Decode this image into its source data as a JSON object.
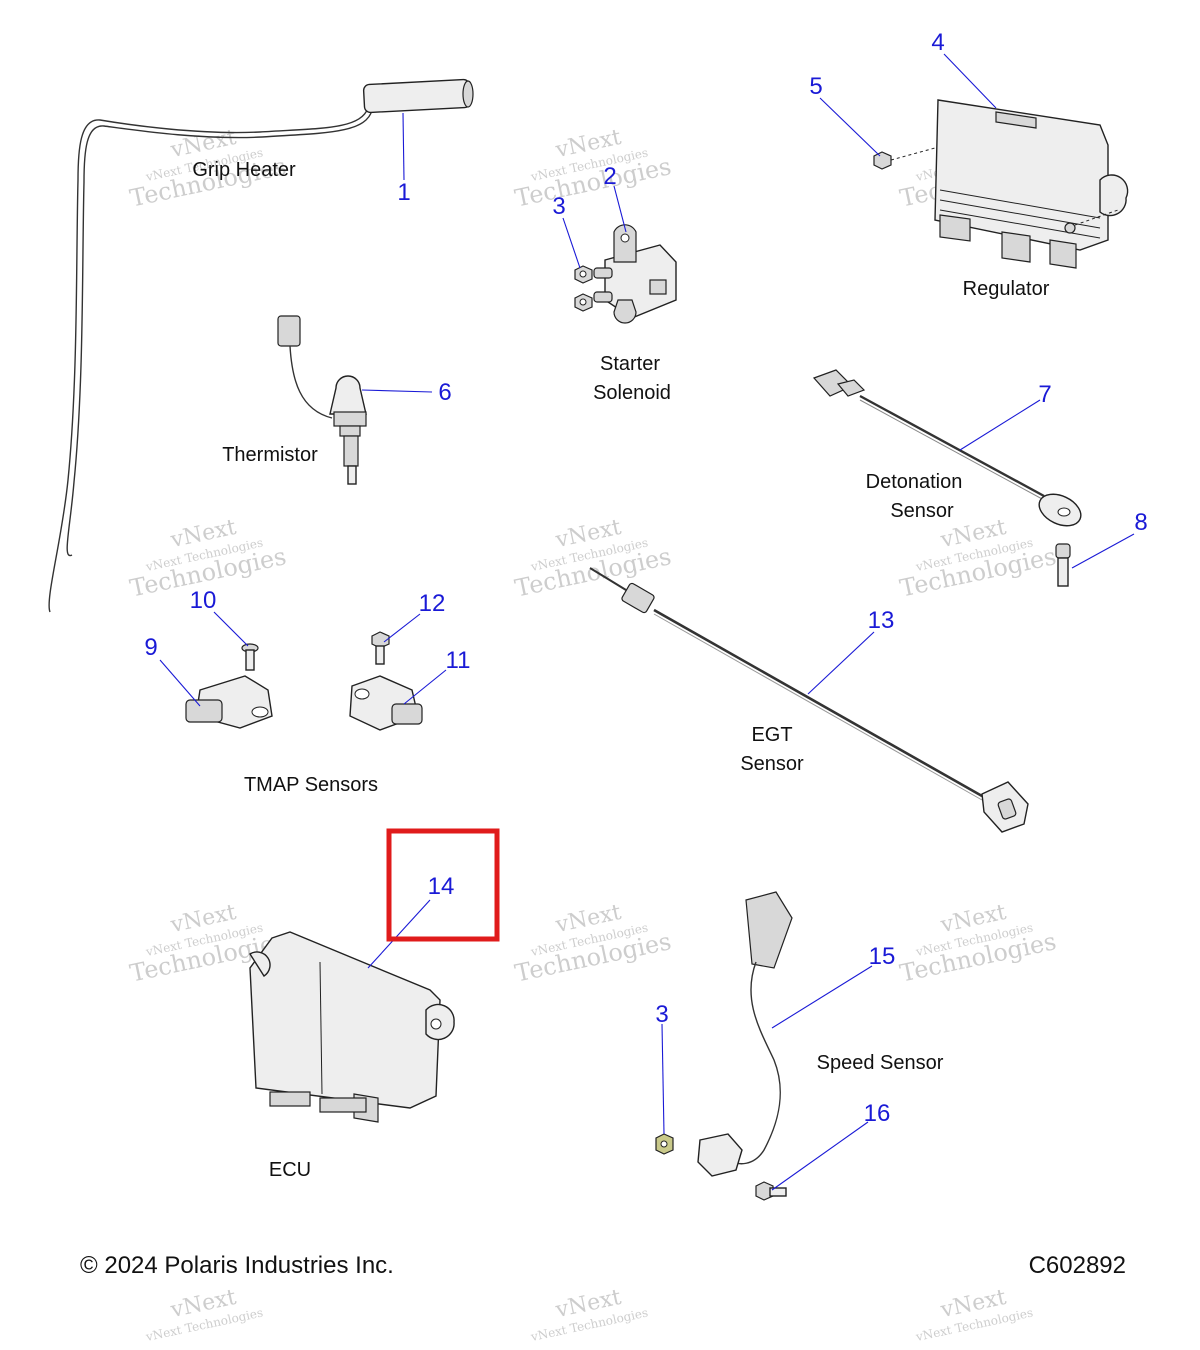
{
  "callouts": {
    "n1": "1",
    "n2": "2",
    "n3a": "3",
    "n3b": "3",
    "n4": "4",
    "n5": "5",
    "n6": "6",
    "n7": "7",
    "n8": "8",
    "n9": "9",
    "n10": "10",
    "n11": "11",
    "n12": "12",
    "n13": "13",
    "n14": "14",
    "n15": "15",
    "n16": "16"
  },
  "labels": {
    "grip_heater": "Grip Heater",
    "starter_1": "Starter",
    "starter_2": "Solenoid",
    "regulator": "Regulator",
    "thermistor": "Thermistor",
    "detonation_1": "Detonation",
    "detonation_2": "Sensor",
    "tmap": "TMAP Sensors",
    "egt_1": "EGT",
    "egt_2": "Sensor",
    "ecu": "ECU",
    "speed": "Speed Sensor"
  },
  "watermark": {
    "line1": "vNext",
    "line2": "vNext Technologies",
    "line3": "Technologies"
  },
  "footer": {
    "copyright": "© 2024 Polaris Industries Inc.",
    "code": "C602892"
  },
  "colors": {
    "callout": "#1a1ad6",
    "highlight": "#e01b1b"
  }
}
